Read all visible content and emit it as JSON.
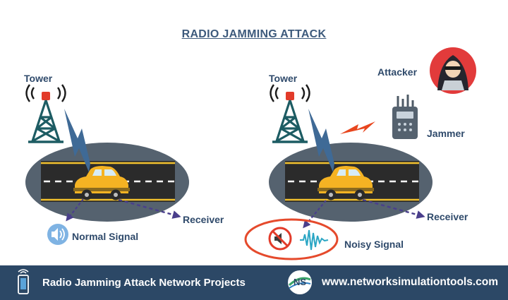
{
  "title": "RADIO JAMMING ATTACK",
  "left": {
    "tower_label": "Tower",
    "receiver_label": "Receiver",
    "signal_label": "Normal Signal"
  },
  "right": {
    "tower_label": "Tower",
    "receiver_label": "Receiver",
    "signal_label": "Noisy Signal",
    "attacker_label": "Attacker",
    "jammer_label": "Jammer"
  },
  "footer": {
    "project_text": "Radio Jamming Attack Network Projects",
    "logo_text": "NS",
    "website": "www.networksimulationtools.com"
  },
  "colors": {
    "footer_bg": "#2c4866",
    "label": "#2f4a6b",
    "road_ellipse": "#55626f",
    "car": "#f5b323",
    "tower": "#1d5c63",
    "beacon": "#e23b2a",
    "noise_circle": "#e54a2c"
  }
}
